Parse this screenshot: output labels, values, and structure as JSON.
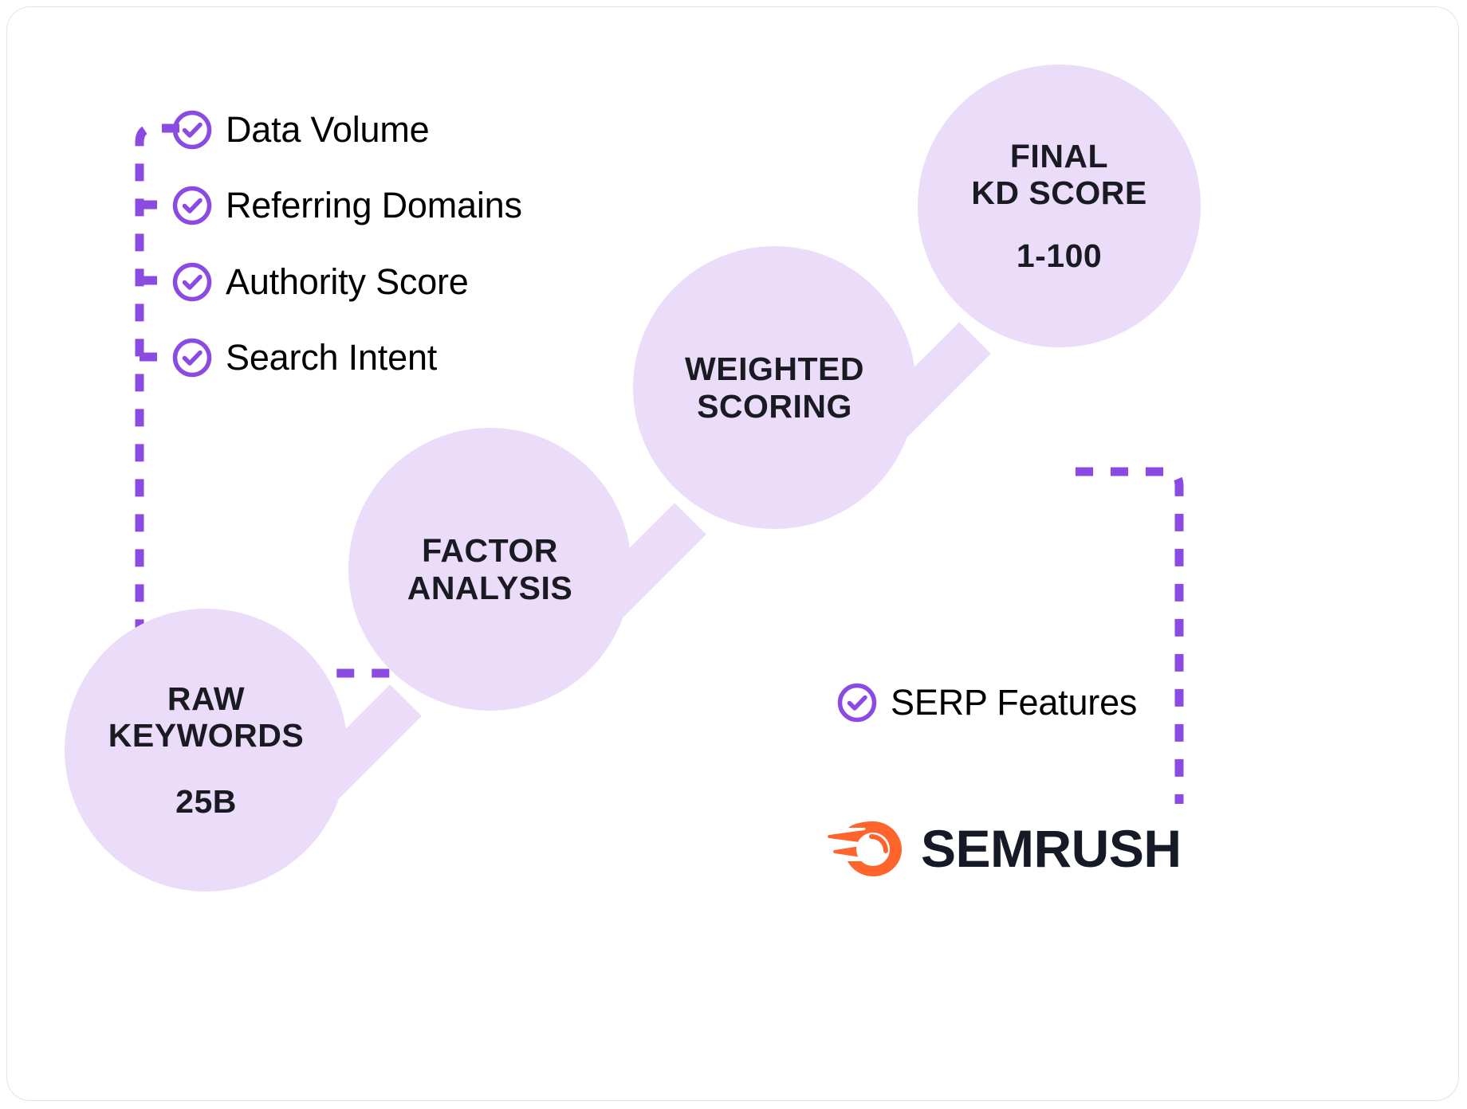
{
  "theme": {
    "card_background": "#FFFFFF",
    "card_border": "#E2E2EC",
    "node_fill": "#EBDCFA",
    "node_text": "#191A22",
    "accent_purple": "#8B4AE2",
    "logo_orange": "#FF642D",
    "logo_text_color": "#161A26"
  },
  "nodes": [
    {
      "id": "raw-keywords",
      "title": "RAW\nKEYWORDS",
      "sub": "25B"
    },
    {
      "id": "factor-analysis",
      "title": "FACTOR\nANALYSIS",
      "sub": ""
    },
    {
      "id": "weighted-scoring",
      "title": "WEIGHTED\nSCORING",
      "sub": ""
    },
    {
      "id": "final-kd-score",
      "title": "FINAL\nKD SCORE",
      "sub": "1-100"
    }
  ],
  "input_factors": [
    {
      "label": "Data Volume",
      "icon": "check-circle-icon"
    },
    {
      "label": "Referring Domains",
      "icon": "check-circle-icon"
    },
    {
      "label": "Authority Score",
      "icon": "check-circle-icon"
    },
    {
      "label": "Search Intent",
      "icon": "check-circle-icon"
    }
  ],
  "output_factors": [
    {
      "label": "SERP Features",
      "icon": "check-circle-icon"
    }
  ],
  "logo": {
    "text": "SEMRUSH",
    "mark": "semrush-comet-icon"
  },
  "connectors": {
    "node_links": [
      "raw-keywords→factor-analysis",
      "factor-analysis→weighted-scoring",
      "weighted-scoring→final-kd-score"
    ],
    "dashed_left": "input-factors→factor-analysis",
    "dashed_right": "weighted-scoring→serp-features"
  }
}
